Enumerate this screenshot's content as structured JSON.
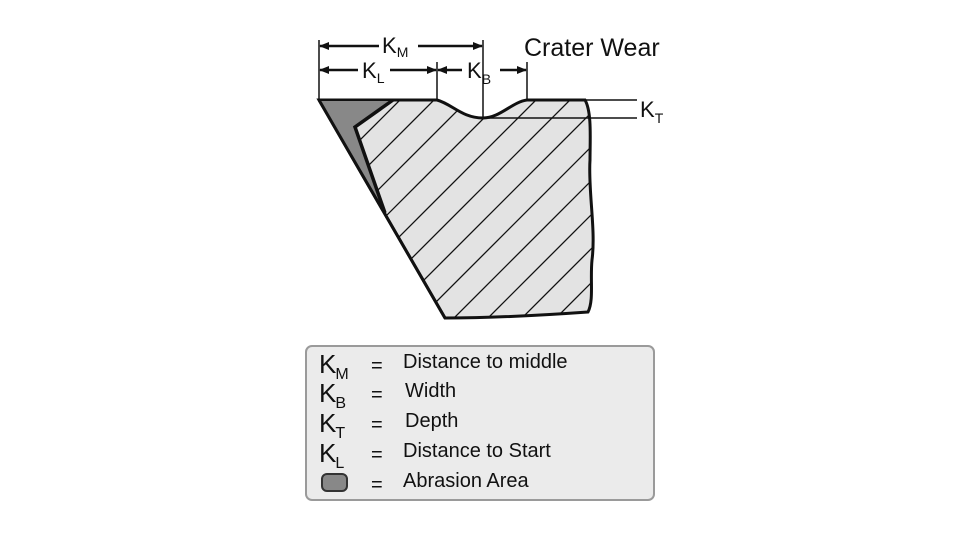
{
  "title": "Crater Wear",
  "dimensions": {
    "km": {
      "main": "K",
      "sub": "M"
    },
    "kl": {
      "main": "K",
      "sub": "L"
    },
    "kb": {
      "main": "K",
      "sub": "B"
    },
    "kt": {
      "main": "K",
      "sub": "T"
    }
  },
  "legend": [
    {
      "main": "K",
      "sub": "M",
      "eq": "=",
      "desc": "Distance to middle"
    },
    {
      "main": "K",
      "sub": "B",
      "eq": "=",
      "desc": "Width"
    },
    {
      "main": "K",
      "sub": "T",
      "eq": "=",
      "desc": "Depth"
    },
    {
      "main": "K",
      "sub": "L",
      "eq": "=",
      "desc": "Distance to Start"
    },
    {
      "eq": "=",
      "desc": "Abrasion Area"
    }
  ],
  "colors": {
    "tool_fill": "#e3e3e3",
    "abrasion": "#888888",
    "legend_bg": "#ebebeb"
  }
}
